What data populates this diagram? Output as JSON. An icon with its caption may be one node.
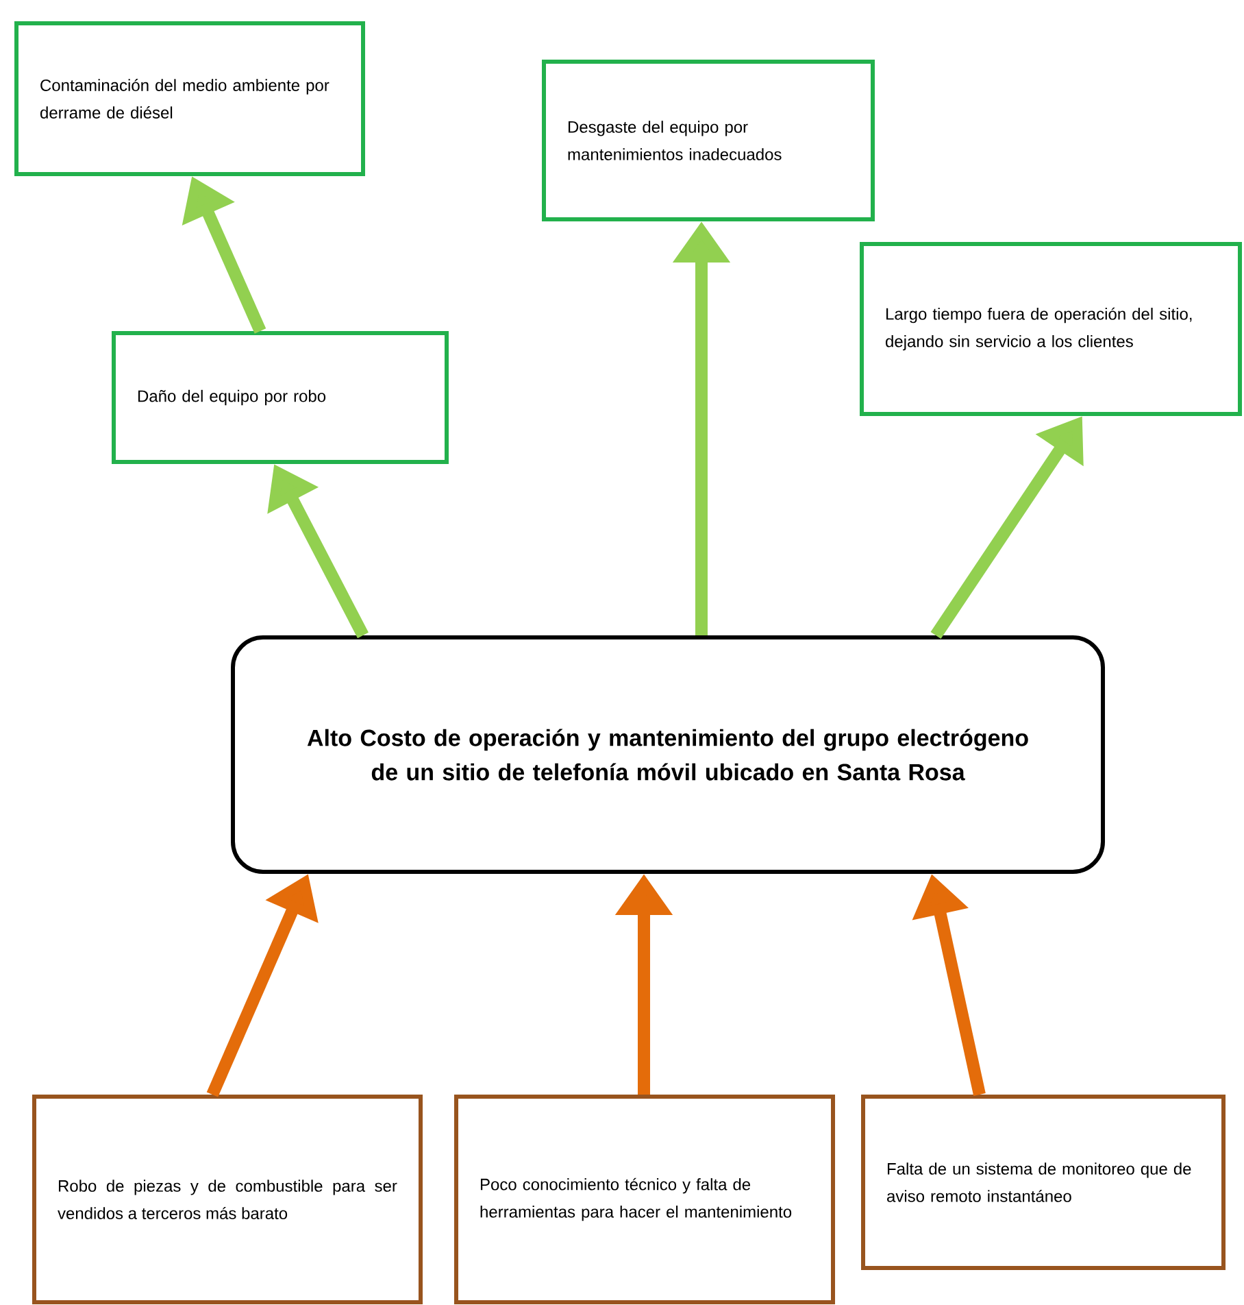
{
  "diagram": {
    "nodes": [
      {
        "text": [
          "Contaminación del medio ambiente por derrame de diésel"
        ]
      },
      {
        "text": [
          "Desgaste del equipo por mantenimientos inadecuados"
        ]
      },
      {
        "text": [
          "Largo tiempo fuera de operación del sitio, dejando sin servicio a los clientes"
        ]
      },
      {
        "text": [
          "Daño del equipo por robo"
        ]
      },
      {
        "text": [
          "Alto Costo de operación y mantenimiento del grupo electrógeno de un sitio de telefonía móvil ubicado en Santa Rosa"
        ]
      },
      {
        "text": [
          "Robo de piezas y de combustible para ser vendidos a terceros más barato"
        ]
      },
      {
        "text": [
          "Poco conocimiento técnico y falta de herramientas para hacer el mantenimiento"
        ]
      },
      {
        "text": [
          "Falta de un sistema de monitoreo que de aviso remoto instantáneo"
        ]
      }
    ],
    "edges": [
      {
        "from": 3,
        "to": 0,
        "arrow": "to",
        "color": "#92d050"
      },
      {
        "from": 4,
        "to": 3,
        "arrow": "to",
        "color": "#92d050"
      },
      {
        "from": 4,
        "to": 1,
        "arrow": "to",
        "color": "#92d050"
      },
      {
        "from": 4,
        "to": 2,
        "arrow": "to",
        "color": "#92d050"
      },
      {
        "from": 5,
        "to": 4,
        "arrow": "to",
        "color": "#e46c0a"
      },
      {
        "from": 6,
        "to": 4,
        "arrow": "to",
        "color": "#e46c0a"
      },
      {
        "from": 7,
        "to": 4,
        "arrow": "to",
        "color": "#e46c0a"
      }
    ]
  }
}
